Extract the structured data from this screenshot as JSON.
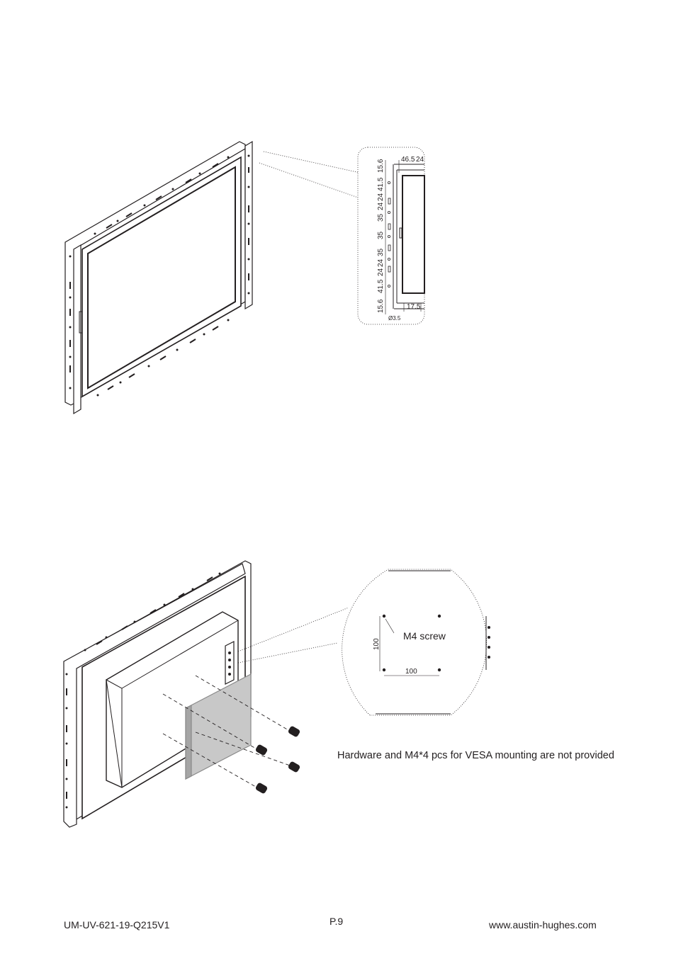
{
  "detail_top": {
    "dims_vertical": [
      "15.6",
      "41.5",
      "24",
      "24",
      "35",
      "35",
      "35",
      "24",
      "24",
      "41.5",
      "15.6"
    ],
    "dims_top": [
      "46.5",
      "24"
    ],
    "dim_bottom": "17.5",
    "dim_hole": "Ø3.5"
  },
  "detail_bottom": {
    "screw_label": "M4 screw",
    "dim_vertical": "100",
    "dim_horizontal": "100"
  },
  "caption": "Hardware and M4*4 pcs for VESA mounting are not provided",
  "footer": {
    "doc_id": "UM-UV-621-19-Q215V1",
    "page": "P.9",
    "website": "www.austin-hughes.com"
  }
}
